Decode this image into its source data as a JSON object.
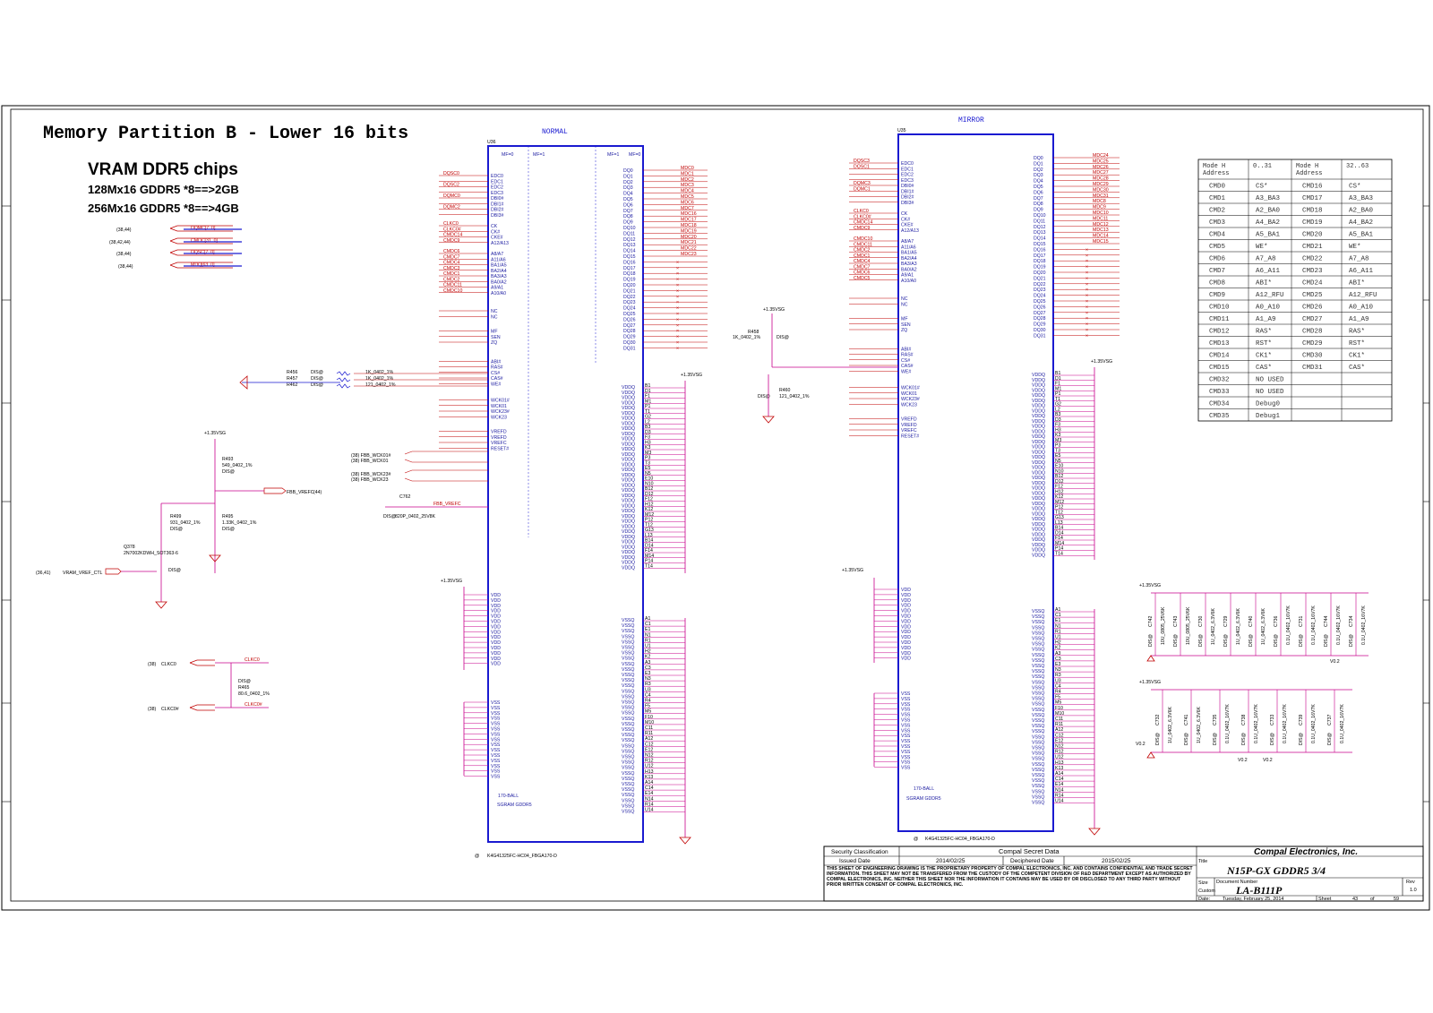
{
  "page": {
    "title": "Memory Partition B - Lower 16 bits",
    "subtitle": "VRAM DDR5 chips",
    "config_lines": [
      "128Mx16 GDDR5 *8==>2GB",
      "256Mx16 GDDR5 *8==>4GB"
    ]
  },
  "left_netlabels": [
    {
      "ref": "(38,44)",
      "name": "DQMC[7..0]"
    },
    {
      "ref": "(38,42,44)",
      "name": "CMDC[31..0]"
    },
    {
      "ref": "(38,44)",
      "name": "DQSC[7..0]"
    },
    {
      "ref": "(38,44)",
      "name": "MDQ[63..0]"
    }
  ],
  "chip_normal": {
    "mode_label": "NORMAL",
    "refdes": "U36",
    "part": "K4G41325FC-HC04_FBGA170-D",
    "ball": "170-BALL",
    "type": "SGRAM GDDR5",
    "mf0": "MF=0",
    "mf1": "MF=1",
    "left_pins": [
      "EDC0",
      "EDC1",
      "EDC2",
      "EDC3",
      "DBI0#",
      "DBI1#",
      "DBI2#",
      "DBI3#",
      "CK",
      "CK#",
      "CKE#",
      "A12/A13",
      "A8/A7",
      "A11/A6",
      "BA1/A5",
      "BA2/A4",
      "BA3/A3",
      "BA0/A2",
      "A9/A1",
      "A10/A0",
      "NC",
      "NC",
      "MF",
      "SEN",
      "ZQ",
      "ABI#",
      "RAS#",
      "CS#",
      "CAS#",
      "WE#",
      "WCK01#",
      "WCK01",
      "WCK23#",
      "WCK23",
      "VREFD",
      "VREFD",
      "VREFC",
      "RESET#"
    ],
    "left_nets": [
      "DQSC0",
      "",
      "DQSC2",
      "",
      "DQMC0",
      "",
      "DQMC2",
      "",
      "CLKC0",
      "CLKC0#",
      "CMDC14",
      "CMDC9",
      "CMDC6",
      "CMDC7",
      "CMDC4",
      "CMDC3",
      "CMDC1",
      "CMDC2",
      "CMDC11",
      "CMDC10"
    ],
    "right_pins": [
      "DQ0",
      "DQ1",
      "DQ2",
      "DQ3",
      "DQ4",
      "DQ5",
      "DQ6",
      "DQ7",
      "DQ8",
      "DQ9",
      "DQ10",
      "DQ11",
      "DQ12",
      "DQ13",
      "DQ14",
      "DQ15",
      "DQ16",
      "DQ17",
      "DQ18",
      "DQ19",
      "DQ20",
      "DQ21",
      "DQ22",
      "DQ23",
      "DQ24",
      "DQ25",
      "DQ26",
      "DQ27",
      "DQ28",
      "DQ29",
      "DQ30",
      "DQ31"
    ],
    "right_nets": [
      "MDC0",
      "MDC1",
      "MDC2",
      "MDC3",
      "MDC4",
      "MDC5",
      "MDC6",
      "MDC7",
      "MDC16",
      "MDC17",
      "MDC18",
      "MDC19",
      "MDC20",
      "MDC21",
      "MDC22",
      "MDC23"
    ],
    "vddq_balls": [
      "B1",
      "D1",
      "F1",
      "M1",
      "P1",
      "T1",
      "G2",
      "L2",
      "B3",
      "D3",
      "F3",
      "H3",
      "K3",
      "M3",
      "P3",
      "T3",
      "E5",
      "N5",
      "E10",
      "N10",
      "B12",
      "D12",
      "F12",
      "H12",
      "K12",
      "M12",
      "P12",
      "T12",
      "G13",
      "L13",
      "B14",
      "D14",
      "F14",
      "M14",
      "P14",
      "T14"
    ],
    "vssq_balls": [
      "A1",
      "C1",
      "E1",
      "N1",
      "R1",
      "U1",
      "H2",
      "K2",
      "A3",
      "C3",
      "E3",
      "N3",
      "R3",
      "U3",
      "C4",
      "R4",
      "F5",
      "M5",
      "F10",
      "M10",
      "C11",
      "R11",
      "A12",
      "C12",
      "E12",
      "N12",
      "R12",
      "U12",
      "H13",
      "K13",
      "A14",
      "C14",
      "E14",
      "N14",
      "R14",
      "U14"
    ]
  },
  "chip_mirror": {
    "mode_label": "MIRROR",
    "refdes": "U35",
    "part": "K4G41325FC-HC04_FBGA170-D",
    "ball": "170-BALL",
    "type": "SGRAM GDDR5",
    "left_nets": [
      "DQSC3",
      "DQSC1",
      "",
      "",
      "DQMC3",
      "DQMC1",
      "",
      "",
      "CLKC0",
      "CLKC0#",
      "CMDC14",
      "CMDC9",
      "CMDC10",
      "CMDC11",
      "CMDC2",
      "CMDC1",
      "CMDC4",
      "CMDC7",
      "CMDC6",
      "CMDC5"
    ],
    "right_nets": [
      "MDC24",
      "MDC25",
      "MDC26",
      "MDC27",
      "MDC28",
      "MDC29",
      "MDC30",
      "MDC31",
      "MDC8",
      "MDC9",
      "MDC10",
      "MDC11",
      "MDC12",
      "MDC13",
      "MDC14",
      "MDC15"
    ]
  },
  "parts": {
    "r456": "R456",
    "r457": "R457",
    "r462": "R462",
    "r456v": "1K_0402_1%",
    "r457v": "1K_0402_1%",
    "r462v": "121_0402_1%",
    "r493": "R493",
    "r493v": "549_0402_1%",
    "r499": "R499",
    "r499v": "931_0402_1%",
    "r495": "R495",
    "r495v": "1.33K_0402_1%",
    "r465": "R465",
    "r465v": "80.6_0402_1%",
    "r458": "R458",
    "r458v": "1K_0402_1%",
    "r460": "R460",
    "r460v": "121_0402_1%",
    "q378": "Q378",
    "q378v": "2N7002KDWH_SOT363-6",
    "c762": "C762",
    "c762v": "820P_0402_25V8K",
    "dis": "DIS@",
    "rail": "+1.35VSG",
    "fbb_vrefc": "FBB_VREFC",
    "fbb_vrefc_ref": "(44)",
    "vram_vref_ctl": "VRAM_VREF_CTL",
    "vram_vref_ref": "(36,41)",
    "clk_ref": "(38)",
    "clk0": "CLKC0",
    "clk0n": "CLKC0#",
    "wck_refs": [
      "(38) FBB_WCK01#",
      "(38) FBB_WCK01",
      "(38) FBB_WCK23#",
      "(38) FBB_WCK23"
    ]
  },
  "decoupling": {
    "row1": [
      "C742",
      "C743",
      "C730",
      "C729",
      "C740",
      "C736",
      "C731",
      "C744",
      "C734"
    ],
    "row1_vals": [
      "10U_0805_25V6K",
      "10U_0805_25V6K",
      "1U_0402_6.3V6K",
      "1U_0402_6.3V6K",
      "1U_0402_6.3V6K",
      "0.1U_0402_16V7K",
      "0.1U_0402_16V7K",
      "0.1U_0402_16V7K",
      "0.1U_0402_16V7K"
    ],
    "row2": [
      "C732",
      "C741",
      "C735",
      "C738",
      "C733",
      "C739",
      "C737"
    ],
    "row2_vals": [
      "1U_0402_6.3V6K",
      "1U_0402_6.3V6K",
      "0.1U_0402_16V7K",
      "0.1U_0402_16V7K",
      "0.1U_0402_16V7K",
      "0.1U_0402_16V7K",
      "0.1U_0402_16V7K"
    ],
    "note": "V0.2"
  },
  "mode_table": {
    "headers": [
      "Mode H\nAddress",
      "0..31",
      "Mode H\nAddress",
      "32..63"
    ],
    "rows": [
      [
        "CMD0",
        "CS*",
        "CMD16",
        "CS*"
      ],
      [
        "CMD1",
        "A3_BA3",
        "CMD17",
        "A3_BA3"
      ],
      [
        "CMD2",
        "A2_BA0",
        "CMD18",
        "A2_BA0"
      ],
      [
        "CMD3",
        "A4_BA2",
        "CMD19",
        "A4_BA2"
      ],
      [
        "CMD4",
        "A5_BA1",
        "CMD20",
        "A5_BA1"
      ],
      [
        "CMD5",
        "WE*",
        "CMD21",
        "WE*"
      ],
      [
        "CMD6",
        "A7_A8",
        "CMD22",
        "A7_A8"
      ],
      [
        "CMD7",
        "A6_A11",
        "CMD23",
        "A6_A11"
      ],
      [
        "CMD8",
        "ABI*",
        "CMD24",
        "ABI*"
      ],
      [
        "CMD9",
        "A12_RFU",
        "CMD25",
        "A12_RFU"
      ],
      [
        "CMD10",
        "A0_A10",
        "CMD26",
        "A0_A10"
      ],
      [
        "CMD11",
        "A1_A9",
        "CMD27",
        "A1_A9"
      ],
      [
        "CMD12",
        "RAS*",
        "CMD28",
        "RAS*"
      ],
      [
        "CMD13",
        "RST*",
        "CMD29",
        "RST*"
      ],
      [
        "CMD14",
        "CK1*",
        "CMD30",
        "CK1*"
      ],
      [
        "CMD15",
        "CAS*",
        "CMD31",
        "CAS*"
      ],
      [
        "CMD32",
        "NO USED",
        "",
        ""
      ],
      [
        "CMD33",
        "NO USED",
        "",
        ""
      ],
      [
        "CMD34",
        "Debug0",
        "",
        ""
      ],
      [
        "CMD35",
        "Debug1",
        "",
        ""
      ]
    ]
  },
  "title_block": {
    "security_label": "Security Classification",
    "security_value": "Compal Secret Data",
    "issued_label": "Issued Date",
    "issued_value": "2014/02/25",
    "deciphered_label": "Deciphered Date",
    "deciphered_value": "2015/02/25",
    "company": "Compal Electronics, Inc.",
    "title_label": "Title",
    "title_value": "N15P-GX GDDR5  3/4",
    "size_label": "Size",
    "size_value": "Custom",
    "docnum_label": "Document Number",
    "docnum_value": "LA-B111P",
    "rev_label": "Rev",
    "rev_value": "1.0",
    "date_label": "Date:",
    "date_value": "Tuesday, February 25, 2014",
    "sheet_label": "Sheet",
    "sheet_value": "43",
    "of_label": "of",
    "of_value": "59",
    "disclaimer": "THIS SHEET OF ENGINEERING DRAWING IS THE PROPRIETARY PROPERTY OF COMPAL ELECTRONICS, INC. AND CONTAINS CONFIDENTIAL AND TRADE SECRET INFORMATION. THIS SHEET MAY NOT BE TRANSFERED FROM THE CUSTODY OF THE COMPETENT DIVISION OF R&D DEPARTMENT EXCEPT AS AUTHORIZED BY COMPAL ELECTRONICS, INC. NEITHER THIS SHEET NOR THE INFORMATION IT CONTAINS MAY BE USED BY OR DISCLOSED TO ANY THIRD PARTY WITHOUT PRIOR WRITTEN CONSENT OF COMPAL ELECTRONICS, INC."
  },
  "colors": {
    "chip_outline": "#1a1ad0",
    "net_red": "#c00000",
    "wire_magenta": "#c8008c",
    "pin_blue": "#1a1aa0"
  }
}
